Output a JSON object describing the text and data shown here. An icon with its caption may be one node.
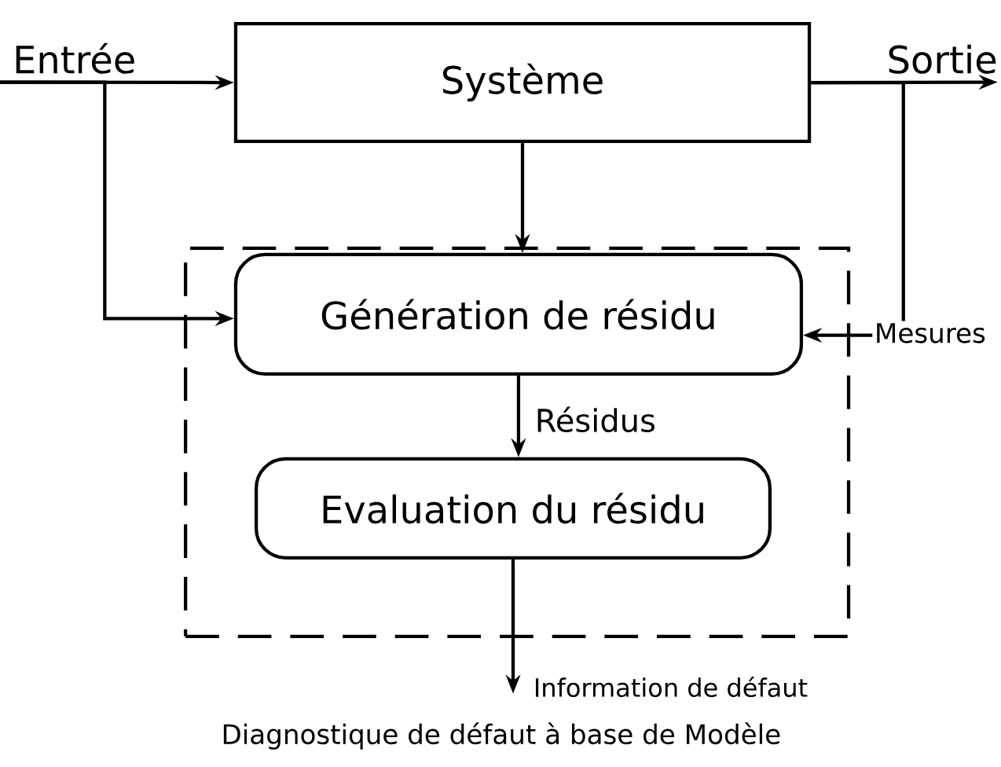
{
  "diagram": {
    "nodes": [
      {
        "text": [
          "Entrée"
        ]
      },
      {
        "text": [
          "Système"
        ]
      },
      {
        "text": [
          "Sortie"
        ]
      },
      {
        "text": [
          "Diagnostique de défaut à base de Modèle"
        ]
      },
      {
        "text": [
          "Génération de résidu"
        ],
        "in": 3
      },
      {
        "text": [
          "Evaluation du résidu"
        ],
        "in": 3
      }
    ],
    "edges": [
      {
        "from": 0,
        "to": 1,
        "arrow": "to"
      },
      {
        "from": 0,
        "to": 4,
        "arrow": "to"
      },
      {
        "from": 1,
        "to": 2,
        "arrow": "to"
      },
      {
        "from": 1,
        "to": 4,
        "arrow": "to"
      },
      {
        "from": 1,
        "to": 4,
        "arrow": "to",
        "label": "Mesures"
      },
      {
        "from": 4,
        "to": 5,
        "arrow": "to",
        "label": "Résidus"
      },
      {
        "from": 5,
        "to": null,
        "arrow": "to",
        "label": "Information de défaut"
      }
    ]
  }
}
